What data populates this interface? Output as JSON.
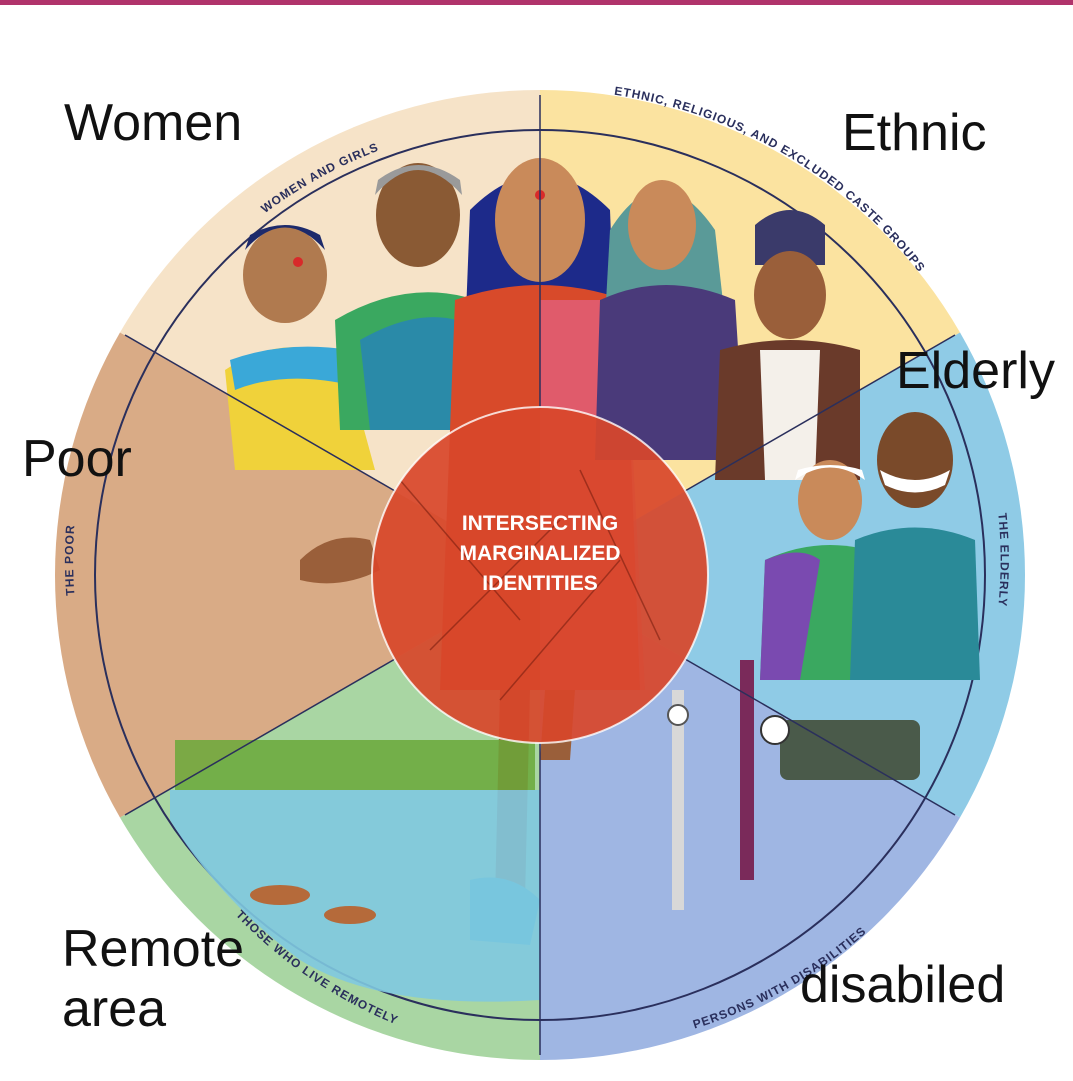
{
  "center": {
    "lines": [
      "INTERSECTING",
      "MARGINALIZED",
      "IDENTITIES"
    ]
  },
  "segments": [
    {
      "id": "women",
      "ring_label": "WOMEN AND GIRLS",
      "overlay_label": "Women",
      "color": "#f6e3c8"
    },
    {
      "id": "ethnic",
      "ring_label": "ETHNIC, RELIGIOUS, AND EXCLUDED CASTE GROUPS",
      "overlay_label": "Ethnic",
      "color": "#fbe3a0"
    },
    {
      "id": "elderly",
      "ring_label": "THE ELDERLY",
      "overlay_label": "Elderly",
      "color": "#8fcbe6"
    },
    {
      "id": "disabled",
      "ring_label": "PERSONS WITH DISABILITIES",
      "overlay_label": "disabiled",
      "color": "#9fb6e3"
    },
    {
      "id": "remote",
      "ring_label": "THOSE WHO LIVE REMOTELY",
      "overlay_label": "Remote\narea",
      "color": "#a9d6a3"
    },
    {
      "id": "poor",
      "ring_label": "THE POOR",
      "overlay_label": "Poor",
      "color": "#d9ab86"
    }
  ],
  "colors": {
    "ring_text": "#2a2f5c",
    "center_fill": "#d8462a",
    "divider": "#2a2f5c",
    "accent_bar": "#b0336b"
  }
}
